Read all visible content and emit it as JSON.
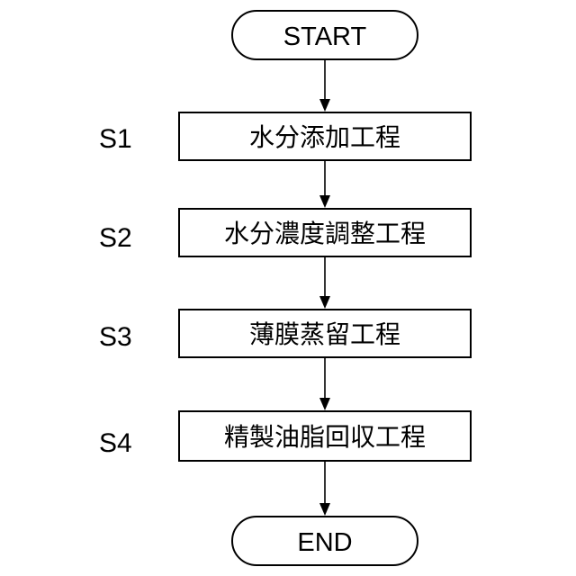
{
  "flowchart": {
    "start_label": "START",
    "end_label": "END",
    "steps": [
      {
        "id": "S1",
        "text": "水分添加工程"
      },
      {
        "id": "S2",
        "text": "水分濃度調整工程"
      },
      {
        "id": "S3",
        "text": "薄膜蒸留工程"
      },
      {
        "id": "S4",
        "text": "精製油脂回収工程"
      }
    ]
  }
}
